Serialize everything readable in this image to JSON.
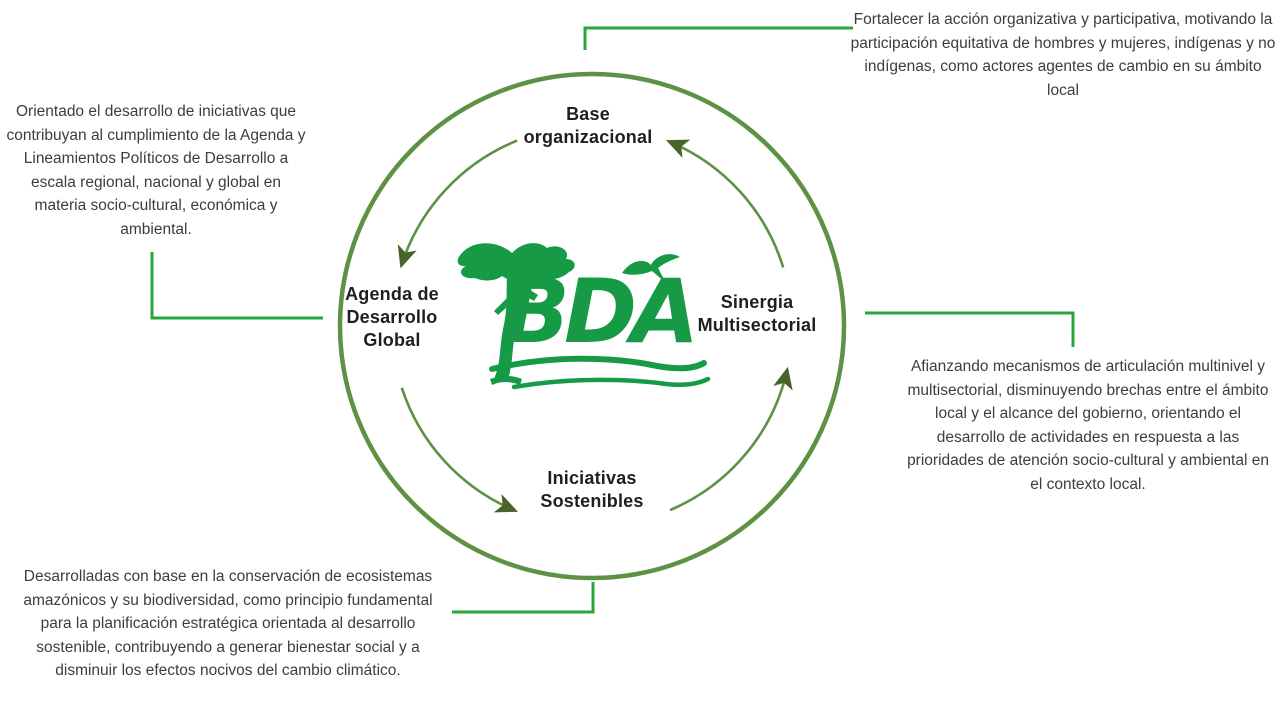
{
  "diagram": {
    "logo": {
      "text": "BDA"
    },
    "nodes": {
      "base": {
        "label": "Base\norganizacional"
      },
      "sinergia": {
        "label": "Sinergia\nMultisectorial"
      },
      "iniciativas": {
        "label": "Iniciativas\nSostenibles"
      },
      "agenda": {
        "label": "Agenda de\nDesarrollo\nGlobal"
      }
    },
    "annotations": {
      "base_note": "Fortalecer la acción organizativa y participativa, motivando la participación equitativa de hombres y mujeres, indígenas y no indígenas, como actores agentes de cambio en su ámbito local",
      "agenda_note": "Orientado el desarrollo de iniciativas que contribuyan al cumplimiento de la Agenda y Lineamientos Políticos de Desarrollo a escala regional, nacional y global en materia socio-cultural, económica y ambiental.",
      "sinergia_note": "Afianzando mecanismos de articulación multinivel y multisectorial, disminuyendo brechas entre el ámbito local y el alcance del gobierno, orientando el desarrollo de actividades en respuesta a las prioridades de atención socio-cultural y ambiental en el contexto local.",
      "iniciativas_note": "Desarrolladas con base en la conservación de ecosistemas amazónicos y su biodiversidad, como principio fundamental para la planificación estratégica orientada al desarrollo sostenible, contribuyendo a generar bienestar social y a disminuir los efectos nocivos del cambio climático."
    },
    "colors": {
      "logo_green": "#179a45",
      "ring_green": "#5d9143",
      "arrow_green": "#48642b",
      "connector_green": "#2aa43e",
      "body_text": "#3d3d3d",
      "label_text": "#1f1f1f"
    }
  }
}
